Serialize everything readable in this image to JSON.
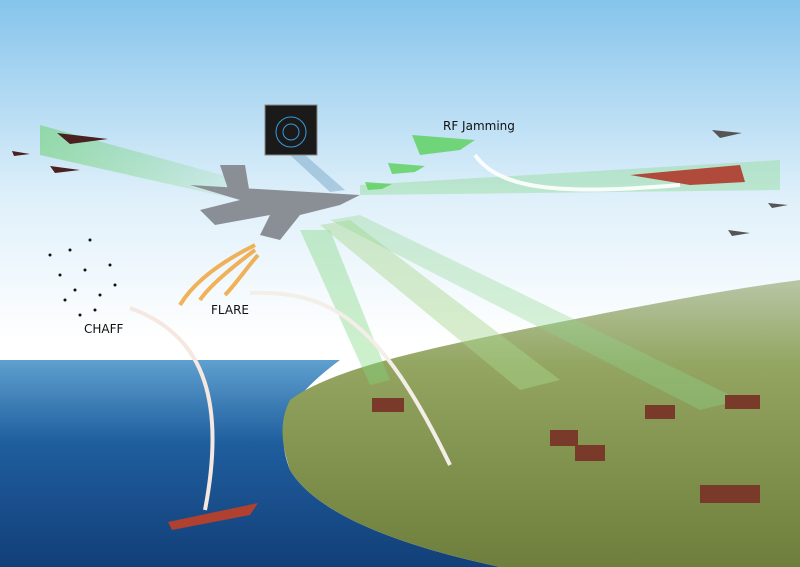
{
  "labels": {
    "rf_jamming": "RF Jamming",
    "flare": "FLARE",
    "chaff": "CHAFF"
  },
  "colors": {
    "sky_top": "#8cc8ee",
    "sky_bottom": "#ffffff",
    "sea": "#1c5a9a",
    "land": "#8a9a50",
    "beam": "#7fd67f",
    "enemy": "#8a2a22"
  }
}
